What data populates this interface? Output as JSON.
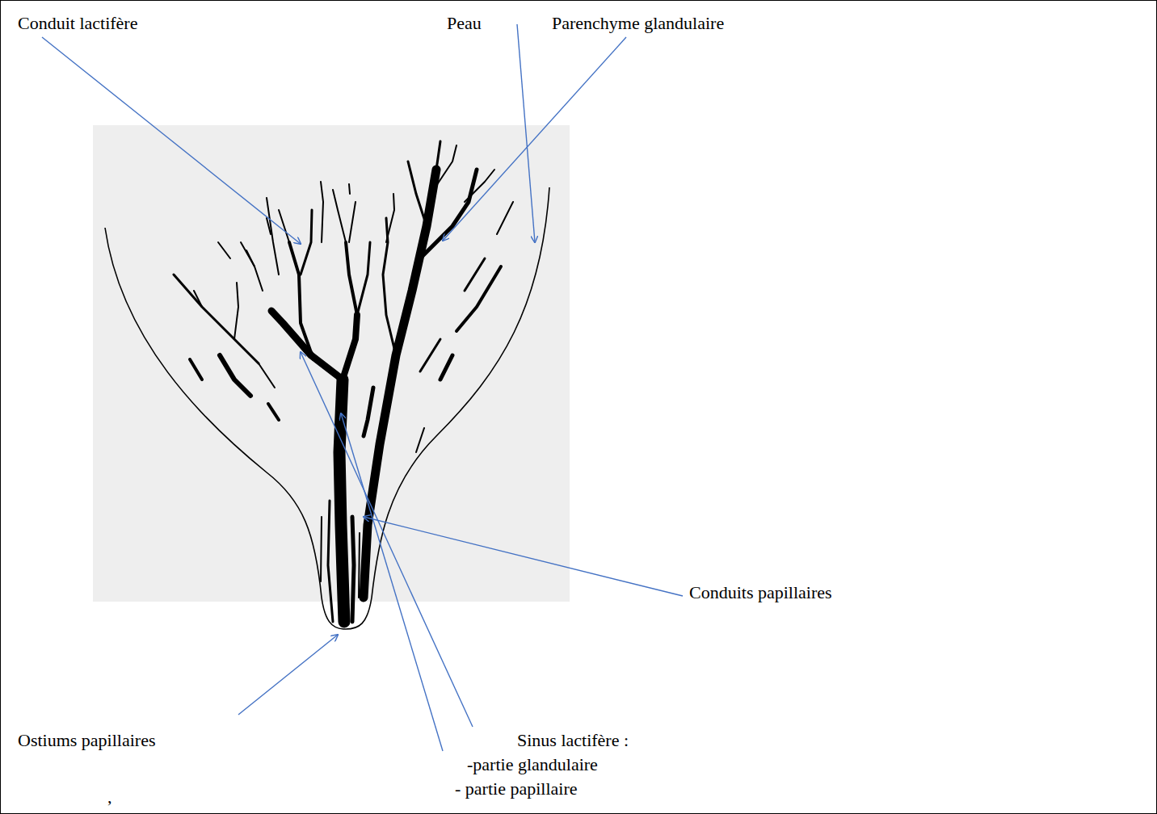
{
  "diagram": {
    "labels": [
      "Conduit lactifère",
      "Peau",
      "Parenchyme glandulaire",
      "Conduits papillaires",
      "Ostiums papillaires",
      "Sinus lactifère :",
      "-partie glandulaire",
      "- partie papillaire",
      ","
    ]
  }
}
